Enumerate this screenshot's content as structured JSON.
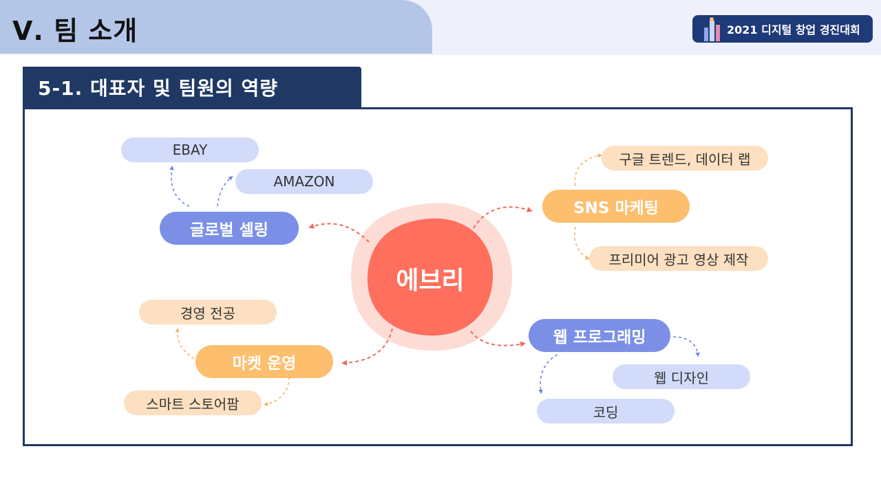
{
  "header": {
    "title": "Ⅴ. 팀 소개",
    "badge": "2021 디지털 창업 경진대회"
  },
  "section": {
    "title": "5-1. 대표자 및 팀원의 역량"
  },
  "colors": {
    "navy": "#203864",
    "title_tab": "#b4c6e7",
    "center": "#fe6f5e",
    "blue_main": "#7b8fe6",
    "blue_light": "#d2dbfa",
    "orange_main": "#fdbe6e",
    "orange_light": "#fde0c1"
  },
  "mindmap": {
    "center": "에브리",
    "branches": {
      "global_selling": {
        "label": "글로벌 셀링",
        "children": [
          "EBAY",
          "AMAZON"
        ]
      },
      "sns_marketing": {
        "label": "SNS 마케팅",
        "children": [
          "구글 트렌드, 데이터 랩",
          "프리미어 광고 영상 제작"
        ]
      },
      "market_operation": {
        "label": "마켓 운영",
        "children": [
          "경영 전공",
          "스마트 스토어팜"
        ]
      },
      "web_programming": {
        "label": "웹 프로그래밍",
        "children": [
          "웹 디자인",
          "코딩"
        ]
      }
    }
  }
}
